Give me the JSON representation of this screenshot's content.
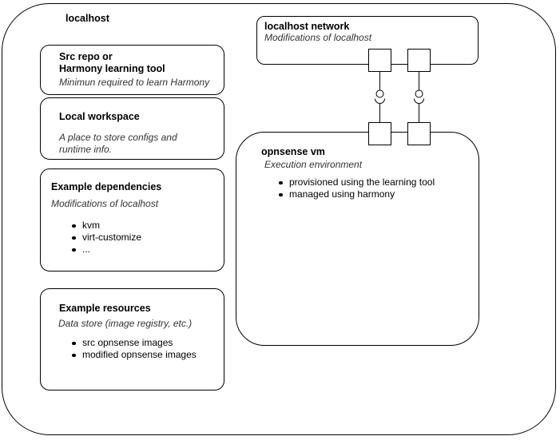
{
  "colors": {
    "stroke": "#000000",
    "background": "#ffffff",
    "title_text": "#000000",
    "subtitle_text": "#333333"
  },
  "root": {
    "label": "localhost"
  },
  "nodes": {
    "src_repo": {
      "title_lines": [
        "Src repo or",
        "Harmony learning tool"
      ],
      "subtitle": "Minimun required to learn Harmony"
    },
    "local_workspace": {
      "title": "Local workspace",
      "subtitle_lines": [
        "A place to store configs and",
        "runtime info."
      ]
    },
    "example_dependencies": {
      "title": "Example dependencies",
      "subtitle": "Modifications of localhost",
      "items": [
        "kvm",
        "virt-customize",
        "..."
      ]
    },
    "example_resources": {
      "title": "Example resources",
      "subtitle": "Data store (image registry, etc.)",
      "items": [
        "src opnsense images",
        "modified opnsense images"
      ]
    },
    "localhost_network": {
      "title": "localhost network",
      "subtitle": "Modifications of localhost"
    },
    "opnsense_vm": {
      "title": "opnsense vm",
      "subtitle": "Execution environment",
      "items": [
        "provisioned using the learning tool",
        "managed using harmony"
      ]
    }
  },
  "connectors": [
    {
      "type": "ball-and-socket",
      "from": "localhost network",
      "to": "opnsense vm"
    },
    {
      "type": "ball-and-socket",
      "from": "localhost network",
      "to": "opnsense vm"
    }
  ]
}
